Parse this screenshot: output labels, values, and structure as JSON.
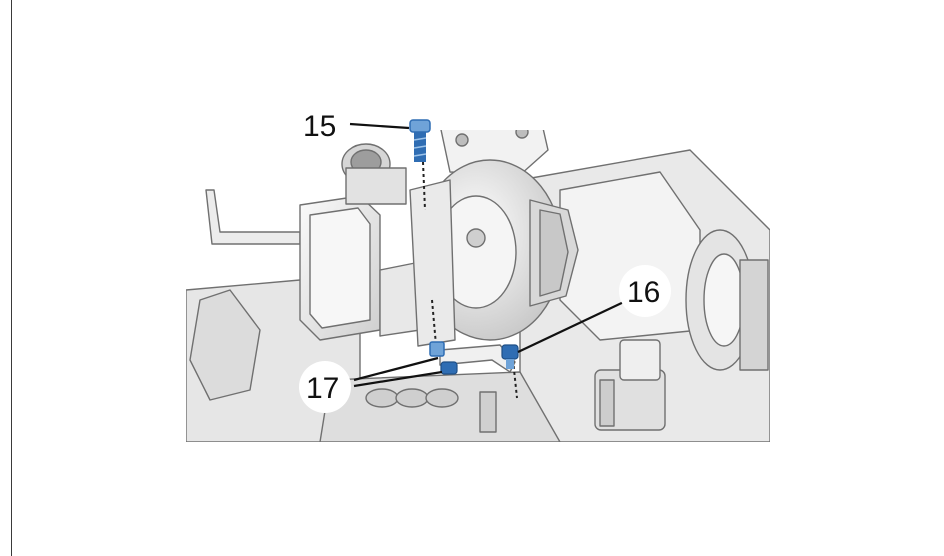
{
  "figure": {
    "callouts": {
      "c15": "15",
      "c16": "16",
      "c17": "17"
    },
    "colors": {
      "engine_light": "#f1f1f1",
      "engine_mid": "#d9d9d9",
      "engine_dark": "#b5b5b5",
      "outline": "#6f6f6f",
      "bolt_blue": "#2f6db3",
      "bolt_blue_light": "#6fa3d8",
      "leader": "#111111"
    },
    "icons": [
      "turbocharger-illustration",
      "bolt-icon"
    ]
  }
}
